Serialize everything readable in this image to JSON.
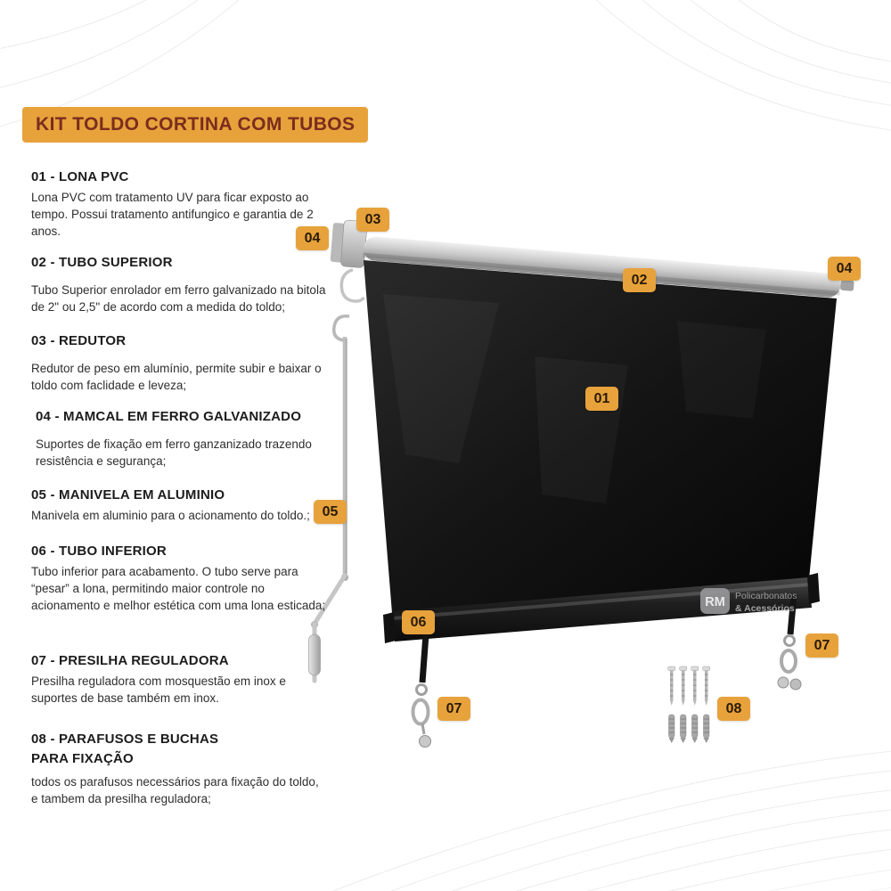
{
  "page": {
    "title": "KIT TOLDO CORTINA COM TUBOS"
  },
  "colors": {
    "accent": "#E7A23B",
    "title_text": "#7B2D1E",
    "badge_text": "#2A1B05",
    "canvas": "#0d0d0d"
  },
  "parts": [
    {
      "id": "01",
      "heading": "01 - LONA PVC",
      "description": "Lona PVC com tratamento UV para ficar exposto ao tempo. Possui tratamento antifungico e garantia de 2 anos."
    },
    {
      "id": "02",
      "heading": "02 - TUBO SUPERIOR",
      "description": "Tubo Superior enrolador em ferro galvanizado na bitola de 2\" ou 2,5\" de acordo com a medida do toldo;"
    },
    {
      "id": "03",
      "heading": "03 - REDUTOR",
      "description": "Redutor de peso em alumínio, permite subir e baixar o toldo com faclidade e leveza;"
    },
    {
      "id": "04",
      "heading": "04 - MAMCAL  EM FERRO GALVANIZADO",
      "description": "Suportes de fixação em ferro ganzanizado trazendo resistência e segurança;"
    },
    {
      "id": "05",
      "heading": "05 - MANIVELA EM ALUMINIO",
      "description": "Manivela em aluminio para o acionamento do toldo.;"
    },
    {
      "id": "06",
      "heading": "06 - TUBO INFERIOR",
      "description": "Tubo inferior para acabamento. O tubo serve para “pesar” a lona, permitindo maior controle no acionamento e melhor estética com uma lona esticada;"
    },
    {
      "id": "07",
      "heading": "07 - PRESILHA REGULADORA",
      "description": "Presilha reguladora com mosquestão em inox e suportes de base também em inox."
    },
    {
      "id": "08",
      "heading": "08 - PARAFUSOS E BUCHAS PARA FIXAÇÃO",
      "description": "todos os parafusos necessários para fixação do toldo, e tambem da presilha reguladora;"
    }
  ],
  "badges": [
    "03",
    "04",
    "02",
    "04",
    "01",
    "05",
    "06",
    "07",
    "07",
    "08"
  ],
  "watermark": {
    "initials": "RM",
    "line1": "Policarbonatos",
    "line2": "& Acessórios"
  }
}
